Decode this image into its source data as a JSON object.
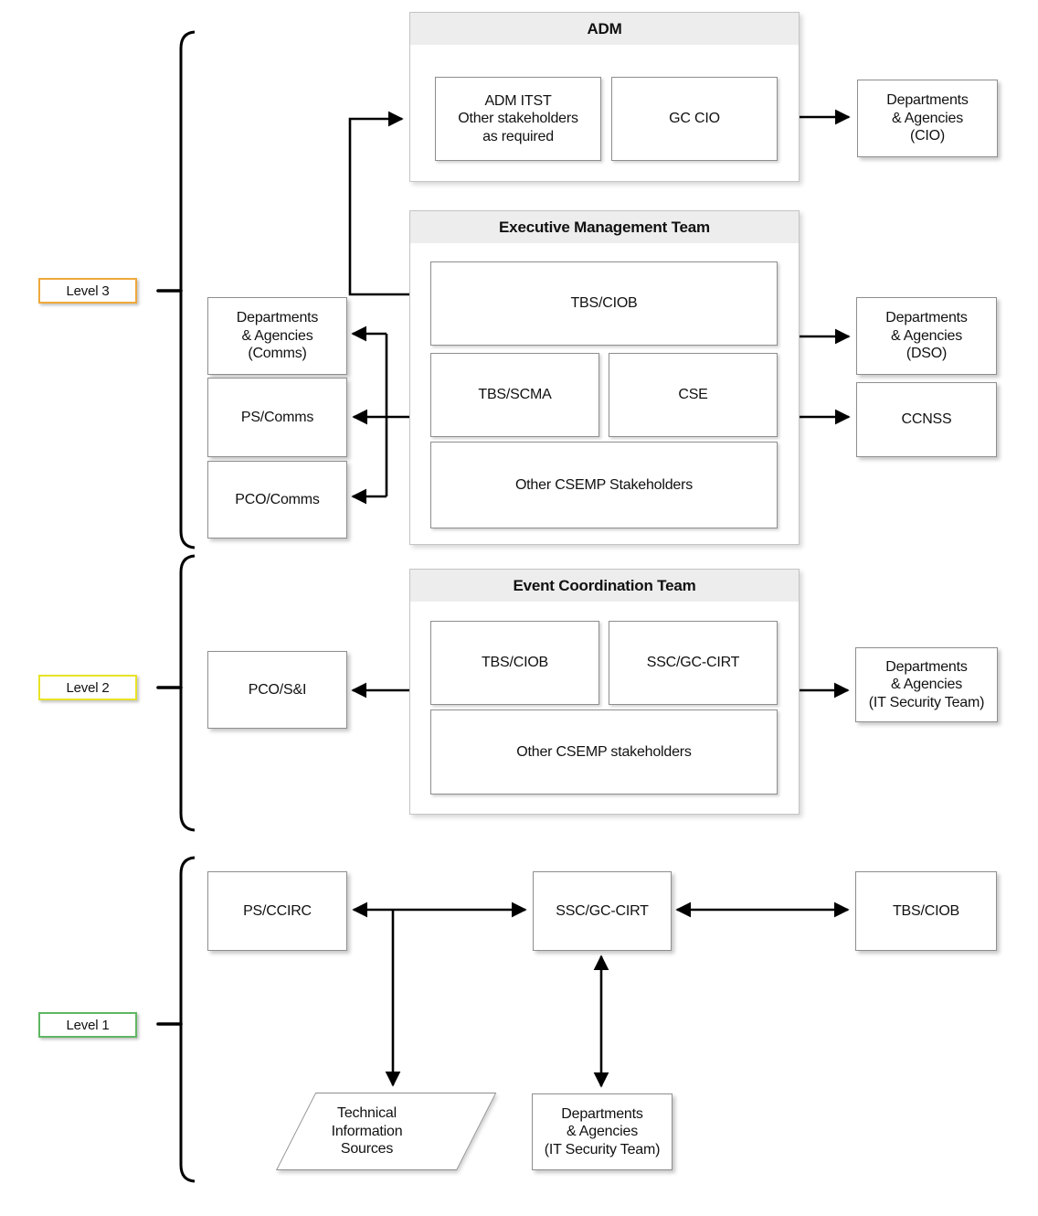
{
  "levels": [
    {
      "label": "Level 3",
      "border_color": "#EFA83B"
    },
    {
      "label": "Level 2",
      "border_color": "#E8E326"
    },
    {
      "label": "Level 1",
      "border_color": "#5FB762"
    }
  ],
  "groups": {
    "adm": {
      "title": "ADM",
      "adm_itst": "ADM ITST\nOther stakeholders\nas required",
      "gc_cio": "GC CIO"
    },
    "emt": {
      "title": "Executive Management Team",
      "tbs_ciob": "TBS/CIOB",
      "tbs_scma": "TBS/SCMA",
      "cse": "CSE",
      "other": "Other CSEMP Stakeholders"
    },
    "ect": {
      "title": "Event Coordination Team",
      "tbs_ciob": "TBS/CIOB",
      "ssc_gc_cirt": "SSC/GC-CIRT",
      "other": "Other CSEMP stakeholders"
    }
  },
  "nodes": {
    "da_cio": "Departments\n& Agencies\n(CIO)",
    "da_comms": "Departments\n& Agencies\n(Comms)",
    "ps_comms": "PS/Comms",
    "pco_comms": "PCO/Comms",
    "da_dso": "Departments\n& Agencies\n(DSO)",
    "ccnss": "CCNSS",
    "pco_si": "PCO/S&I",
    "da_itsec_l2": "Departments\n& Agencies\n(IT Security Team)",
    "ps_ccirc": "PS/CCIRC",
    "ssc_gc_cirt": "SSC/GC-CIRT",
    "tbs_ciob": "TBS/CIOB",
    "tech_info": "Technical\nInformation\nSources",
    "da_itsec_l1": "Departments\n& Agencies\n(IT Security Team)"
  },
  "line_color": "#000000"
}
